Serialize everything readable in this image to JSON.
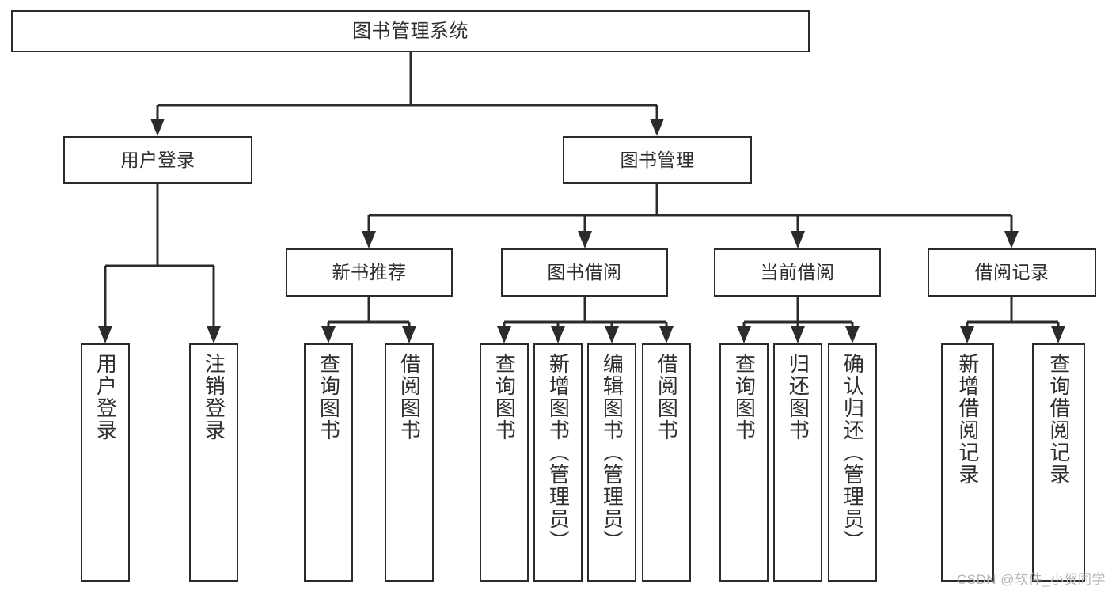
{
  "diagram": {
    "title": "图书管理系统",
    "root": {
      "label": "图书管理系统"
    },
    "level1": [
      {
        "label": "用户登录"
      },
      {
        "label": "图书管理"
      }
    ],
    "level2": [
      {
        "label": "新书推荐"
      },
      {
        "label": "图书借阅"
      },
      {
        "label": "当前借阅"
      },
      {
        "label": "借阅记录"
      }
    ],
    "leaves": {
      "user_login": [
        {
          "label": "用户登录"
        },
        {
          "label": "注销登录"
        }
      ],
      "new_book_recommend": [
        {
          "label": "查询图书"
        },
        {
          "label": "借阅图书"
        }
      ],
      "book_borrow": [
        {
          "label": "查询图书"
        },
        {
          "label": "新增图书（管理员）"
        },
        {
          "label": "编辑图书（管理员）"
        },
        {
          "label": "借阅图书"
        }
      ],
      "current_borrow": [
        {
          "label": "查询图书"
        },
        {
          "label": "归还图书"
        },
        {
          "label": "确认归还（管理员）"
        }
      ],
      "borrow_record": [
        {
          "label": "新增借阅记录"
        },
        {
          "label": "查询借阅记录"
        }
      ]
    }
  },
  "watermark": {
    "text": "CSDN @软件_小贺同学"
  },
  "colors": {
    "box_border": "#2b2b2b",
    "box_fill": "#ffffff",
    "text": "#2e2e2e",
    "wire": "#2b2b2b",
    "watermark": "#b6b6b6",
    "background": "#ffffff"
  }
}
